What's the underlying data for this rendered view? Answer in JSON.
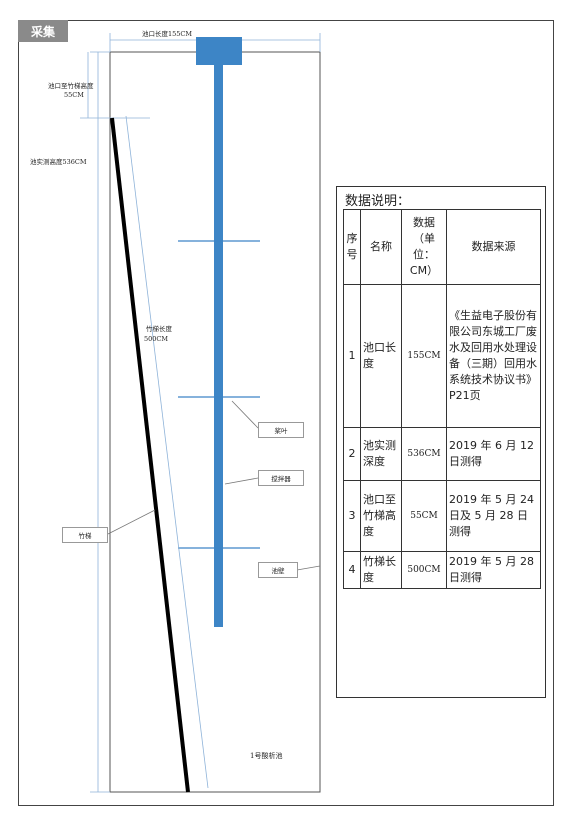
{
  "badge": "采集",
  "diagram": {
    "pool_length_label": "池口长度155CM",
    "ladder_height_label_line1": "池口至竹梯高度",
    "ladder_height_label_line2": "55CM",
    "depth_label": "池实测高度536CM",
    "ladder_length_label_line1": "竹梯长度",
    "ladder_length_label_line2": "500CM",
    "callouts": {
      "blade": "桨叶",
      "agitator": "搅拌器",
      "ladder": "竹梯",
      "wall": "池壁"
    },
    "tank_name": "1号酸析池"
  },
  "info": {
    "title": "数据说明：",
    "headers": {
      "no": "序号",
      "name": "名称",
      "value": "数据（单位：CM）",
      "source": "数据来源"
    },
    "rows": [
      {
        "no": "1",
        "name": "池口长度",
        "value": "155CM",
        "source": "《生益电子股份有限公司东城工厂废水及回用水处理设备（三期）回用水系统技术协议书》P21页"
      },
      {
        "no": "2",
        "name": "池实测深度",
        "value": "536CM",
        "source": "2019 年 6 月 12 日测得"
      },
      {
        "no": "3",
        "name": "池口至竹梯高度",
        "value": "55CM",
        "source": "2019 年 5 月 24 日及 5 月 28 日测得"
      },
      {
        "no": "4",
        "name": "竹梯长度",
        "value": "500CM",
        "source": "2019 年 5 月 28 日测得"
      }
    ]
  },
  "colors": {
    "agitator": "#3d85c6",
    "ladder": "#000000",
    "dimension": "#8fb3d9"
  }
}
